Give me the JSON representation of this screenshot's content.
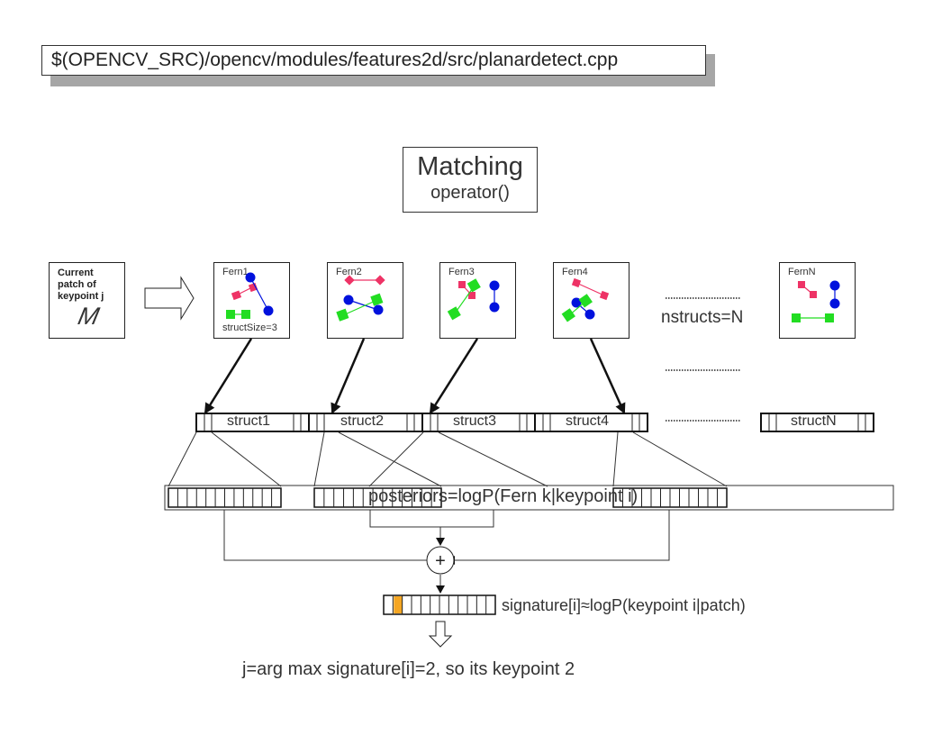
{
  "header": {
    "path": "$(OPENCV_SRC)/opencv/modules/features2d/src/planardetect.cpp"
  },
  "title": {
    "main": "Matching",
    "sub": "operator()"
  },
  "patch": {
    "label": "Current patch of keypoint j",
    "glyph": "M"
  },
  "ferns": [
    {
      "name": "Fern1",
      "note": "structSize=3"
    },
    {
      "name": "Fern2"
    },
    {
      "name": "Fern3"
    },
    {
      "name": "Fern4"
    },
    {
      "name": "FernN"
    }
  ],
  "nstructs_label": "nstructs=N",
  "structs": [
    "struct1",
    "struct2",
    "struct3",
    "struct4",
    "structN"
  ],
  "posteriors_label": "posteriors=logP(Fern k|keypoint i)",
  "plus_symbol": "+",
  "signature_label": "signature[i]≈logP(keypoint i|patch)",
  "result_text": "j=arg max signature[i]=2, so its keypoint 2",
  "colors": {
    "pink": "#ee3366",
    "blue": "#0011dd",
    "green": "#22dd22",
    "highlight": "#f5a623",
    "line": "#222222"
  }
}
